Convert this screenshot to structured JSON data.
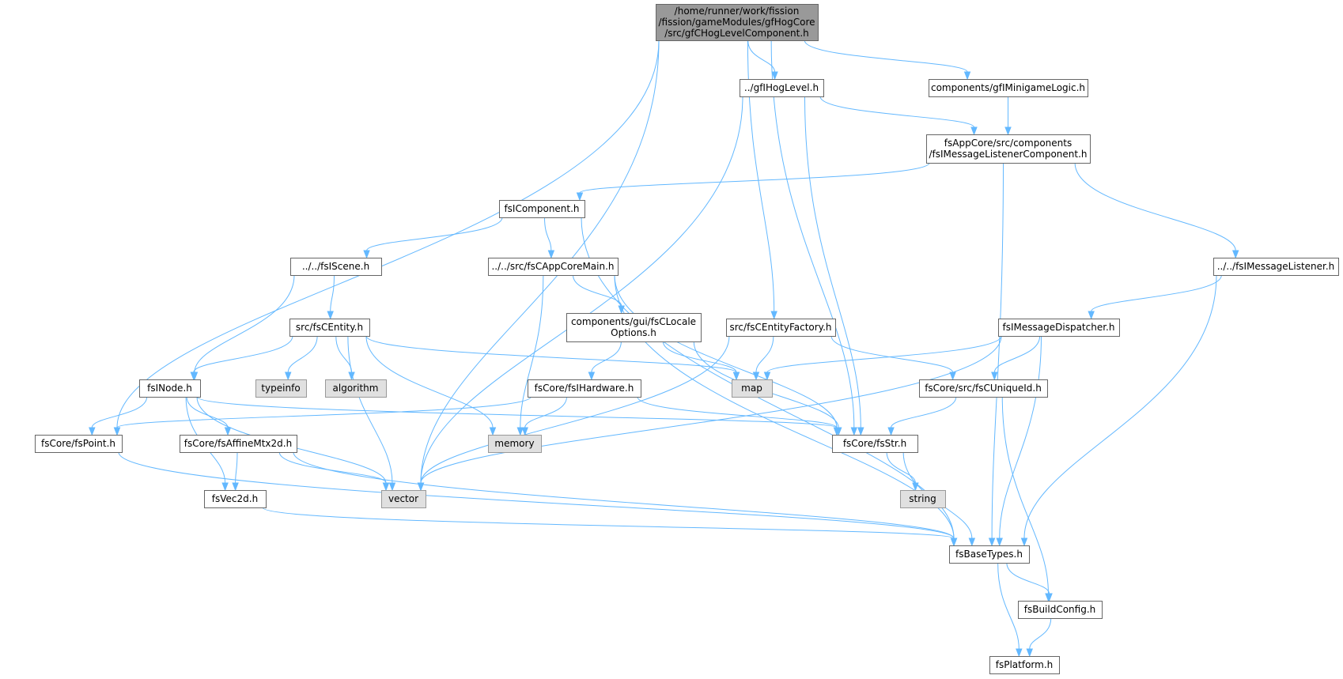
{
  "colors": {
    "edge": "#63b8ff",
    "root_fill": "#999999",
    "root_stroke": "#666666",
    "node_fill": "#ffffff",
    "node_stroke": "#666666",
    "system_fill": "#e0e0e0",
    "system_stroke": "#999999",
    "text": "#000000"
  },
  "nodes": [
    {
      "id": "root",
      "kind": "root",
      "lines": [
        "/home/runner/work/fission",
        "/fission/gameModules/gfHogCore",
        "/src/gfCHogLevelComponent.h"
      ]
    },
    {
      "id": "gfiHogLevel",
      "kind": "header",
      "lines": [
        "../gfIHogLevel.h"
      ]
    },
    {
      "id": "gfiMinigameLogic",
      "kind": "header",
      "lines": [
        "components/gfIMinigameLogic.h"
      ]
    },
    {
      "id": "fsiMessageListenerComponent",
      "kind": "header",
      "lines": [
        "fsAppCore/src/components",
        "/fsIMessageListenerComponent.h"
      ]
    },
    {
      "id": "fsiComponent",
      "kind": "header",
      "lines": [
        "fsIComponent.h"
      ]
    },
    {
      "id": "fsiScene",
      "kind": "header",
      "lines": [
        "../../fsIScene.h"
      ]
    },
    {
      "id": "fsCAppCoreMain",
      "kind": "header",
      "lines": [
        "../../src/fsCAppCoreMain.h"
      ]
    },
    {
      "id": "fsiMessageListener",
      "kind": "header",
      "lines": [
        "../../fsIMessageListener.h"
      ]
    },
    {
      "id": "fsCEntity",
      "kind": "header",
      "lines": [
        "src/fsCEntity.h"
      ]
    },
    {
      "id": "fsCLocaleOptions",
      "kind": "header",
      "lines": [
        "components/gui/fsCLocale",
        "Options.h"
      ]
    },
    {
      "id": "fsCEntityFactory",
      "kind": "header",
      "lines": [
        "src/fsCEntityFactory.h"
      ]
    },
    {
      "id": "fsiMessageDispatcher",
      "kind": "header",
      "lines": [
        "fsIMessageDispatcher.h"
      ]
    },
    {
      "id": "fsiNode",
      "kind": "header",
      "lines": [
        "fsINode.h"
      ]
    },
    {
      "id": "typeinfo",
      "kind": "system",
      "lines": [
        "typeinfo"
      ]
    },
    {
      "id": "algorithm",
      "kind": "system",
      "lines": [
        "algorithm"
      ]
    },
    {
      "id": "map",
      "kind": "system",
      "lines": [
        "map"
      ]
    },
    {
      "id": "fsiHardware",
      "kind": "header",
      "lines": [
        "fsCore/fsIHardware.h"
      ]
    },
    {
      "id": "fsCUniqueId",
      "kind": "header",
      "lines": [
        "fsCore/src/fsCUniqueId.h"
      ]
    },
    {
      "id": "fsPoint",
      "kind": "header",
      "lines": [
        "fsCore/fsPoint.h"
      ]
    },
    {
      "id": "fsAffineMtx2d",
      "kind": "header",
      "lines": [
        "fsCore/fsAffineMtx2d.h"
      ]
    },
    {
      "id": "memory",
      "kind": "system",
      "lines": [
        "memory"
      ]
    },
    {
      "id": "fsStr",
      "kind": "header",
      "lines": [
        "fsCore/fsStr.h"
      ]
    },
    {
      "id": "vector",
      "kind": "system",
      "lines": [
        "vector"
      ]
    },
    {
      "id": "fsVec2d",
      "kind": "header",
      "lines": [
        "fsVec2d.h"
      ]
    },
    {
      "id": "string",
      "kind": "system",
      "lines": [
        "string"
      ]
    },
    {
      "id": "fsBaseTypes",
      "kind": "header",
      "lines": [
        "fsBaseTypes.h"
      ]
    },
    {
      "id": "fsBuildConfig",
      "kind": "header",
      "lines": [
        "fsBuildConfig.h"
      ]
    },
    {
      "id": "fsPlatform",
      "kind": "header",
      "lines": [
        "fsPlatform.h"
      ]
    }
  ],
  "edges": [
    {
      "from": "root",
      "to": "gfiHogLevel"
    },
    {
      "from": "root",
      "to": "gfiMinigameLogic"
    },
    {
      "from": "root",
      "to": "fsCEntityFactory"
    },
    {
      "from": "root",
      "to": "fsStr"
    },
    {
      "from": "root",
      "to": "fsPoint"
    },
    {
      "from": "root",
      "to": "vector"
    },
    {
      "from": "gfiHogLevel",
      "to": "fsiMessageListenerComponent"
    },
    {
      "from": "gfiHogLevel",
      "to": "fsStr"
    },
    {
      "from": "gfiHogLevel",
      "to": "vector"
    },
    {
      "from": "gfiMinigameLogic",
      "to": "fsiMessageListenerComponent"
    },
    {
      "from": "fsiMessageListenerComponent",
      "to": "fsiComponent"
    },
    {
      "from": "fsiMessageListenerComponent",
      "to": "fsiMessageListener"
    },
    {
      "from": "fsiMessageListenerComponent",
      "to": "fsBaseTypes"
    },
    {
      "from": "fsiComponent",
      "to": "fsiScene"
    },
    {
      "from": "fsiComponent",
      "to": "fsCAppCoreMain"
    },
    {
      "from": "fsiComponent",
      "to": "fsBaseTypes"
    },
    {
      "from": "fsiScene",
      "to": "fsCEntity"
    },
    {
      "from": "fsiScene",
      "to": "fsiNode"
    },
    {
      "from": "fsCAppCoreMain",
      "to": "fsCLocaleOptions"
    },
    {
      "from": "fsCAppCoreMain",
      "to": "memory"
    },
    {
      "from": "fsCAppCoreMain",
      "to": "fsStr"
    },
    {
      "from": "fsCAppCoreMain",
      "to": "fsBaseTypes"
    },
    {
      "from": "fsiMessageListener",
      "to": "fsiMessageDispatcher"
    },
    {
      "from": "fsiMessageListener",
      "to": "fsBaseTypes"
    },
    {
      "from": "fsCEntity",
      "to": "fsiNode"
    },
    {
      "from": "fsCEntity",
      "to": "typeinfo"
    },
    {
      "from": "fsCEntity",
      "to": "algorithm"
    },
    {
      "from": "fsCEntity",
      "to": "map"
    },
    {
      "from": "fsCEntity",
      "to": "memory"
    },
    {
      "from": "fsCEntity",
      "to": "vector"
    },
    {
      "from": "fsCLocaleOptions",
      "to": "fsiHardware"
    },
    {
      "from": "fsCLocaleOptions",
      "to": "map"
    },
    {
      "from": "fsCLocaleOptions",
      "to": "fsStr"
    },
    {
      "from": "fsCEntityFactory",
      "to": "map"
    },
    {
      "from": "fsCEntityFactory",
      "to": "fsCUniqueId"
    },
    {
      "from": "fsCEntityFactory",
      "to": "vector"
    },
    {
      "from": "fsiMessageDispatcher",
      "to": "map"
    },
    {
      "from": "fsiMessageDispatcher",
      "to": "fsCUniqueId"
    },
    {
      "from": "fsiMessageDispatcher",
      "to": "vector"
    },
    {
      "from": "fsiMessageDispatcher",
      "to": "fsBaseTypes"
    },
    {
      "from": "fsiNode",
      "to": "fsPoint"
    },
    {
      "from": "fsiNode",
      "to": "fsAffineMtx2d"
    },
    {
      "from": "fsiNode",
      "to": "fsVec2d"
    },
    {
      "from": "fsiNode",
      "to": "vector"
    },
    {
      "from": "fsiNode",
      "to": "fsStr"
    },
    {
      "from": "fsiHardware",
      "to": "fsPoint"
    },
    {
      "from": "fsiHardware",
      "to": "memory"
    },
    {
      "from": "fsiHardware",
      "to": "fsStr"
    },
    {
      "from": "fsCUniqueId",
      "to": "fsStr"
    },
    {
      "from": "fsCUniqueId",
      "to": "fsBuildConfig"
    },
    {
      "from": "fsPoint",
      "to": "fsBaseTypes"
    },
    {
      "from": "fsAffineMtx2d",
      "to": "fsVec2d"
    },
    {
      "from": "fsAffineMtx2d",
      "to": "vector"
    },
    {
      "from": "fsAffineMtx2d",
      "to": "fsBaseTypes"
    },
    {
      "from": "fsStr",
      "to": "string"
    },
    {
      "from": "fsStr",
      "to": "fsBaseTypes"
    },
    {
      "from": "fsVec2d",
      "to": "fsBaseTypes"
    },
    {
      "from": "fsBaseTypes",
      "to": "fsBuildConfig"
    },
    {
      "from": "fsBaseTypes",
      "to": "fsPlatform"
    },
    {
      "from": "fsBuildConfig",
      "to": "fsPlatform"
    }
  ]
}
